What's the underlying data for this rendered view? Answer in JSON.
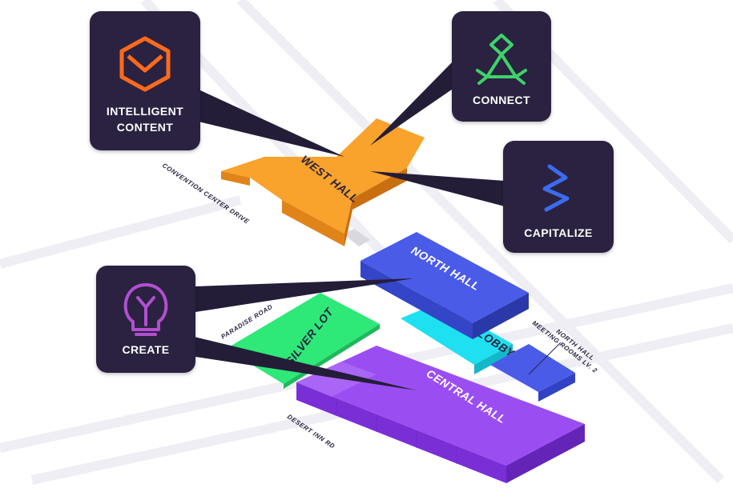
{
  "halls": {
    "west": {
      "label": "WEST HALL",
      "color": "#f9a22c"
    },
    "north": {
      "label": "NORTH HALL",
      "color": "#4a5be8"
    },
    "central_lobby": {
      "label": "CENTRAL LOBBY",
      "color": "#1fe0f0"
    },
    "central": {
      "label": "CENTRAL HALL",
      "color": "#9a4ef2"
    },
    "silver_lot": {
      "label": "SILVER LOT",
      "color": "#2ee878"
    },
    "north_meeting_rooms": {
      "label_line1": "NORTH HALL",
      "label_line2": "MEETING ROOMS LV. 2",
      "color": "#4a5be8"
    }
  },
  "roads": {
    "convention_center_drive": "CONVENTION CENTER DRIVE",
    "paradise_road": "PARADISE ROAD",
    "desert_inn_rd": "DESERT INN RD"
  },
  "cards": {
    "intelligent_content": {
      "line1": "INTELLIGENT",
      "line2": "CONTENT",
      "icon": "hexagon-check-icon",
      "icon_color": "#ff6a1f"
    },
    "connect": {
      "label": "CONNECT",
      "icon": "triangle-nodes-icon",
      "icon_color": "#3ed36a"
    },
    "capitalize": {
      "label": "CAPITALIZE",
      "icon": "zigzag-bolt-icon",
      "icon_color": "#3a6cf0"
    },
    "create": {
      "label": "CREATE",
      "icon": "lightbulb-icon",
      "icon_color": "#b24fd0"
    }
  },
  "colors": {
    "card_bg": "#2a2440",
    "pointer": "#241d38",
    "road": "#efeef4"
  }
}
